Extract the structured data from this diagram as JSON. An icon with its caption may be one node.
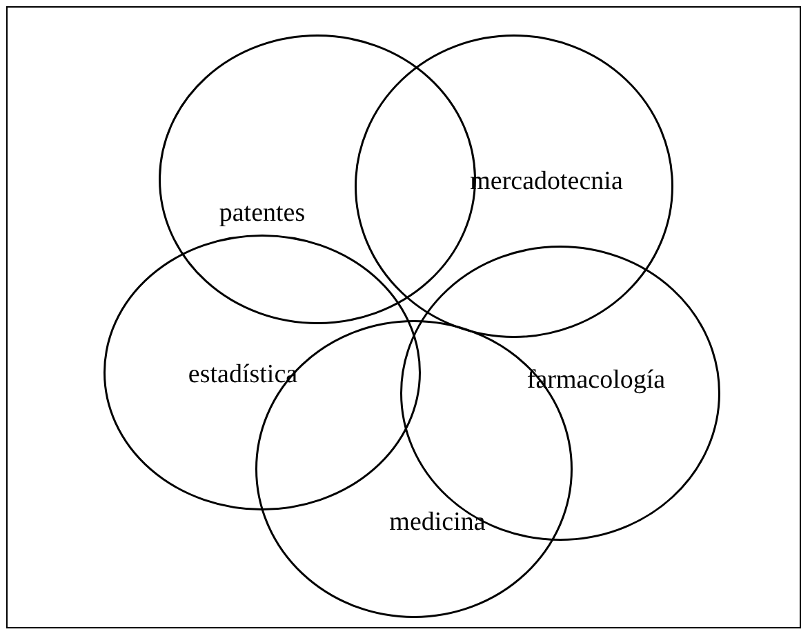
{
  "diagram": {
    "nodes": [
      {
        "text": [
          "patentes"
        ]
      },
      {
        "text": [
          "mercadotecnia"
        ]
      },
      {
        "text": [
          "estadística"
        ]
      },
      {
        "text": [
          "farmacología"
        ]
      },
      {
        "text": [
          "medicina"
        ]
      }
    ]
  }
}
